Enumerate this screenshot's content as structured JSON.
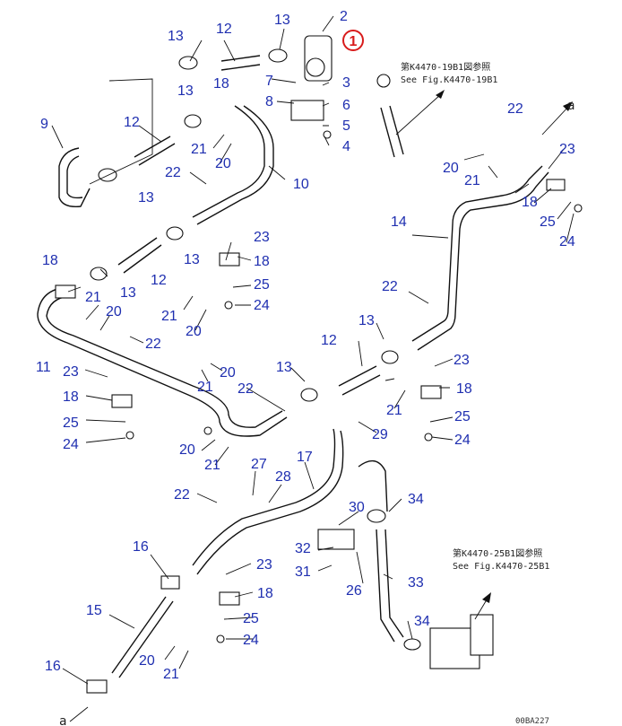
{
  "labels": [
    {
      "id": "c1",
      "t": "13"
    },
    {
      "id": "c2",
      "t": "12"
    },
    {
      "id": "c3",
      "t": "13"
    },
    {
      "id": "c4",
      "t": "2"
    },
    {
      "id": "c5",
      "t": "13"
    },
    {
      "id": "c6",
      "t": "18"
    },
    {
      "id": "c7",
      "t": "7"
    },
    {
      "id": "c8",
      "t": "3"
    },
    {
      "id": "c9",
      "t": "8"
    },
    {
      "id": "c10",
      "t": "6"
    },
    {
      "id": "c11",
      "t": "5"
    },
    {
      "id": "c12",
      "t": "4"
    },
    {
      "id": "c13",
      "t": "9"
    },
    {
      "id": "c14",
      "t": "12"
    },
    {
      "id": "c15",
      "t": "21"
    },
    {
      "id": "c16",
      "t": "20"
    },
    {
      "id": "c17",
      "t": "13"
    },
    {
      "id": "c18",
      "t": "22"
    },
    {
      "id": "c19",
      "t": "10"
    },
    {
      "id": "c20",
      "t": "22"
    },
    {
      "id": "c21",
      "t": "23"
    },
    {
      "id": "c22",
      "t": "20"
    },
    {
      "id": "c23",
      "t": "21"
    },
    {
      "id": "c24",
      "t": "18"
    },
    {
      "id": "c25",
      "t": "25"
    },
    {
      "id": "c26",
      "t": "24"
    },
    {
      "id": "c27",
      "t": "14"
    },
    {
      "id": "c28",
      "t": "23"
    },
    {
      "id": "c29",
      "t": "13"
    },
    {
      "id": "c30",
      "t": "18"
    },
    {
      "id": "c31",
      "t": "12"
    },
    {
      "id": "c32",
      "t": "18"
    },
    {
      "id": "c33",
      "t": "13"
    },
    {
      "id": "c34",
      "t": "21"
    },
    {
      "id": "c35",
      "t": "20"
    },
    {
      "id": "c36",
      "t": "25"
    },
    {
      "id": "c37",
      "t": "24"
    },
    {
      "id": "c38",
      "t": "21"
    },
    {
      "id": "c39",
      "t": "20"
    },
    {
      "id": "c40",
      "t": "22"
    },
    {
      "id": "c41",
      "t": "22"
    },
    {
      "id": "c42",
      "t": "13"
    },
    {
      "id": "c43",
      "t": "11"
    },
    {
      "id": "c44",
      "t": "12"
    },
    {
      "id": "c45",
      "t": "23"
    },
    {
      "id": "c46",
      "t": "13"
    },
    {
      "id": "c47",
      "t": "20"
    },
    {
      "id": "c48",
      "t": "23"
    },
    {
      "id": "c49",
      "t": "18"
    },
    {
      "id": "c50",
      "t": "21"
    },
    {
      "id": "c51",
      "t": "22"
    },
    {
      "id": "c52",
      "t": "18"
    },
    {
      "id": "c53",
      "t": "25"
    },
    {
      "id": "c54",
      "t": "21"
    },
    {
      "id": "c55",
      "t": "25"
    },
    {
      "id": "c56",
      "t": "24"
    },
    {
      "id": "c57",
      "t": "20"
    },
    {
      "id": "c58",
      "t": "24"
    },
    {
      "id": "c59",
      "t": "21"
    },
    {
      "id": "c60",
      "t": "29"
    },
    {
      "id": "c61",
      "t": "27"
    },
    {
      "id": "c62",
      "t": "28"
    },
    {
      "id": "c63",
      "t": "17"
    },
    {
      "id": "c64",
      "t": "22"
    },
    {
      "id": "c65",
      "t": "30"
    },
    {
      "id": "c66",
      "t": "34"
    },
    {
      "id": "c67",
      "t": "16"
    },
    {
      "id": "c68",
      "t": "32"
    },
    {
      "id": "c69",
      "t": "23"
    },
    {
      "id": "c70",
      "t": "31"
    },
    {
      "id": "c71",
      "t": "33"
    },
    {
      "id": "c72",
      "t": "18"
    },
    {
      "id": "c73",
      "t": "26"
    },
    {
      "id": "c74",
      "t": "15"
    },
    {
      "id": "c75",
      "t": "25"
    },
    {
      "id": "c76",
      "t": "34"
    },
    {
      "id": "c77",
      "t": "24"
    },
    {
      "id": "c78",
      "t": "20"
    },
    {
      "id": "c79",
      "t": "16"
    },
    {
      "id": "c80",
      "t": "21"
    },
    {
      "id": "c81",
      "t": "1"
    }
  ],
  "references": {
    "top_jp": "第K4470-19B1図参照",
    "top_en": "See Fig.K4470-19B1",
    "bottom_jp": "第K4470-25B1図参照",
    "bottom_en": "See Fig.K4470-25B1"
  },
  "arrow_letter_top": "a",
  "arrow_letter_bottom": "a",
  "drawing_code": "00BA227",
  "colors": {
    "callout": "#1f2fb0",
    "marker": "#d81b1b",
    "line": "#111111"
  }
}
